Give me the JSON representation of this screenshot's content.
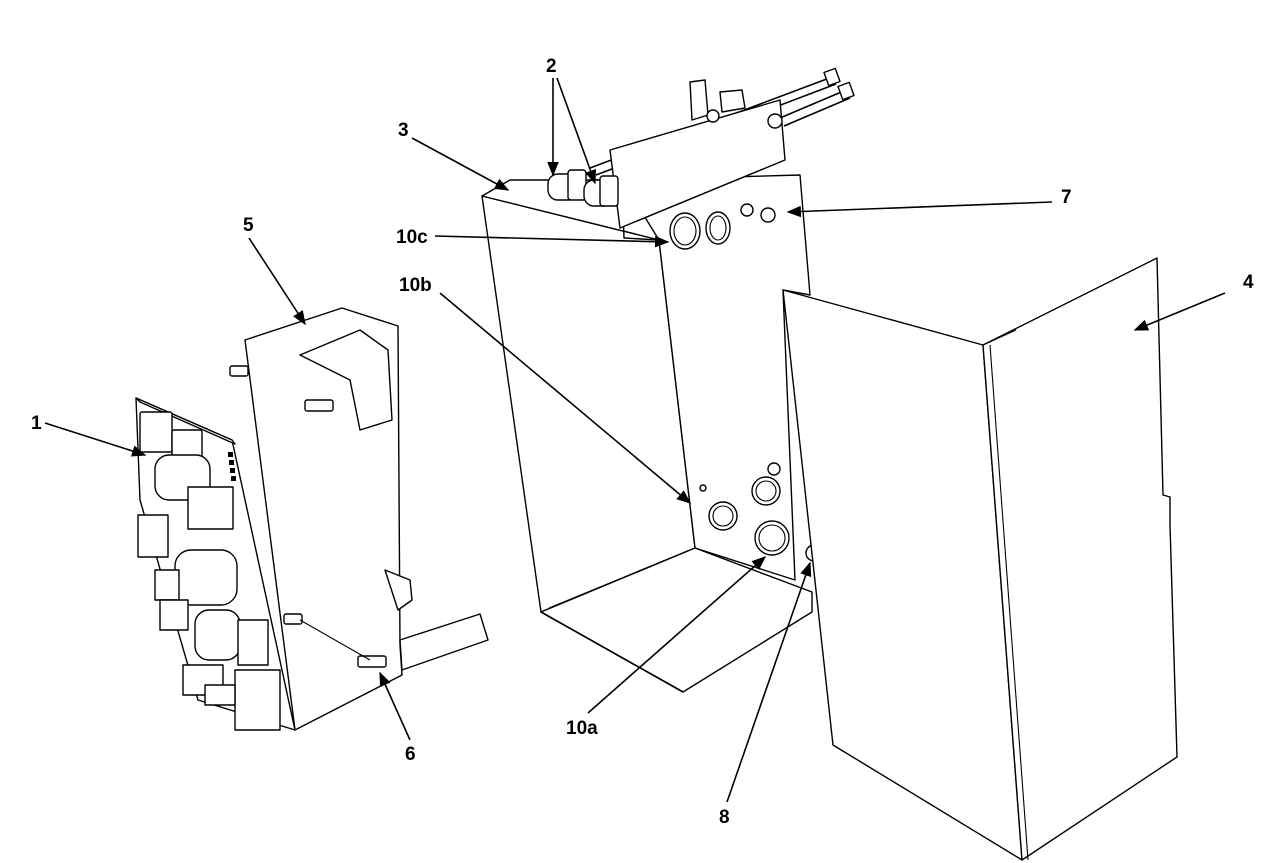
{
  "callouts": {
    "c1": "1",
    "c2": "2",
    "c3": "3",
    "c4": "4",
    "c5": "5",
    "c6": "6",
    "c7": "7",
    "c8": "8",
    "c10a": "10a",
    "c10b": "10b",
    "c10c": "10c"
  }
}
